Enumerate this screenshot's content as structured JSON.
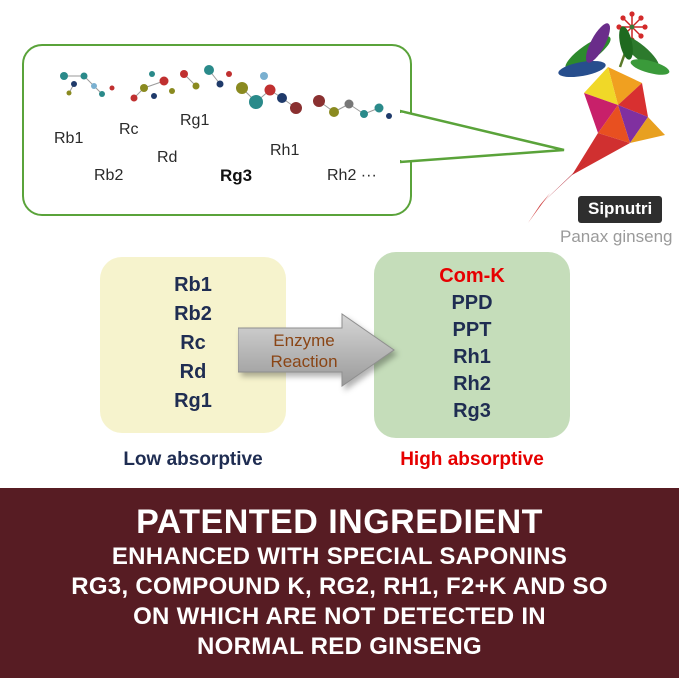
{
  "bubble": {
    "labels": {
      "rb1": "Rb1",
      "rc": "Rc",
      "rb2": "Rb2",
      "rd": "Rd",
      "rg1": "Rg1",
      "rg3": "Rg3",
      "rh1": "Rh1",
      "rh2": "Rh2 ···"
    }
  },
  "brand": {
    "badge": "Sipnutri",
    "species": "Panax ginseng"
  },
  "process": {
    "left_box": {
      "items": [
        "Rb1",
        "Rb2",
        "Rc",
        "Rd",
        "Rg1"
      ],
      "caption": "Low absorptive"
    },
    "arrow": {
      "line1": "Enzyme",
      "line2": "Reaction"
    },
    "right_box": {
      "highlight": "Com-K",
      "items": [
        "PPD",
        "PPT",
        "Rh1",
        "Rh2",
        "Rg3"
      ],
      "caption": "High absorptive"
    }
  },
  "banner": {
    "title": "PATENTED INGREDIENT",
    "lines": [
      "ENHANCED WITH SPECIAL SAPONINS",
      "RG3, COMPOUND K, RG2, RH1, F2+K AND SO",
      "ON WHICH ARE NOT DETECTED IN",
      "NORMAL RED GINSENG"
    ]
  },
  "colors": {
    "banner_bg": "#571c23",
    "highlight_red": "#e60000",
    "navy_text": "#1f2d52",
    "bubble_border": "#5aa33a",
    "arrow_label": "#8a4515",
    "yellow_box": "#f6f3cd",
    "green_box": "#c5ddba"
  }
}
